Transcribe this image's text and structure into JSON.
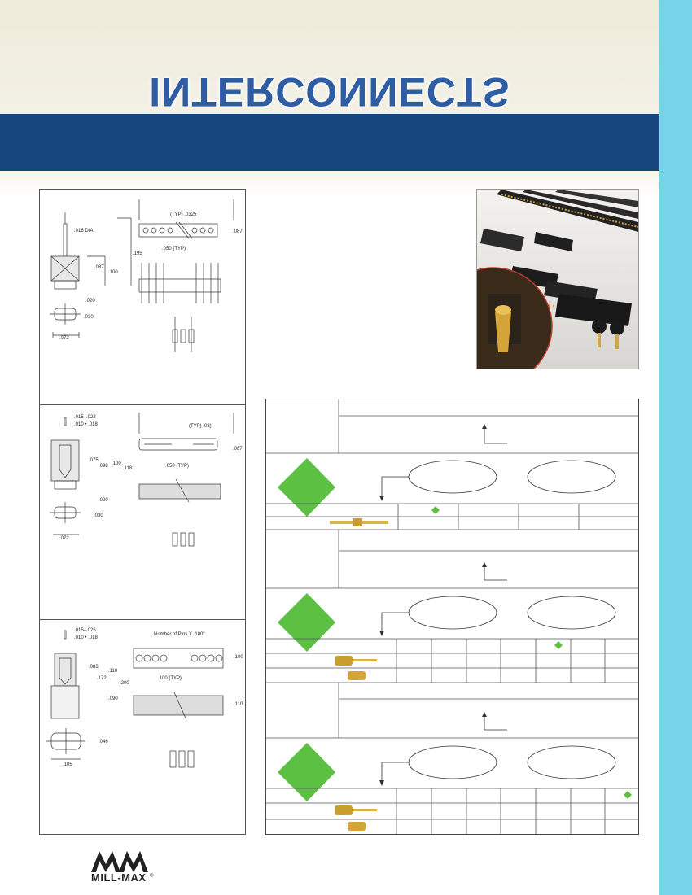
{
  "header": {
    "mirrored_title": "INTERCONNECTS"
  },
  "drawings": {
    "d1": {
      "pin_dia": ".016 DIA.",
      "dim_195": ".195",
      "dim_087a": ".087",
      "dim_100": ".100",
      "dim_020": ".020",
      "dim_030": ".030",
      "dim_072": ".072",
      "dim_typ_0325": "(TYP) .0325",
      "dim_087b": ".087",
      "dim_050_typ": ".050 (TYP)"
    },
    "d2": {
      "dim_015_022": ".015–.022",
      "dim_010_018": ".010 • .018",
      "dim_075": ".075",
      "dim_098": ".098",
      "dim_100": ".100",
      "dim_118": ".118",
      "dim_020": ".020",
      "dim_030": ".030",
      "dim_072": ".072",
      "dim_typ_03": "(TYP) .03)",
      "dim_087": ".087",
      "dim_050_typ": ".050 (TYP)"
    },
    "d3": {
      "dim_015_025": ".015–.025",
      "dim_010_018": ".010 • .018",
      "dim_083": ".083",
      "dim_110a": ".110",
      "dim_172": ".172",
      "dim_200": ".200",
      "dim_090": ".090",
      "dim_046": ".046",
      "dim_105": ".105",
      "number_of_pins": "Number of Pins X .100\"",
      "dim_100": ".100",
      "dim_100_typ": ".100 (TYP)",
      "dim_110b": ".110"
    }
  },
  "colors": {
    "header_blue": "#17467f",
    "stripe_cyan": "#76d3ea",
    "diamond_green": "#5cc043",
    "cream": "#f3f1e6"
  },
  "logo": {
    "text": "MILL-MAX",
    "mark": "®"
  }
}
